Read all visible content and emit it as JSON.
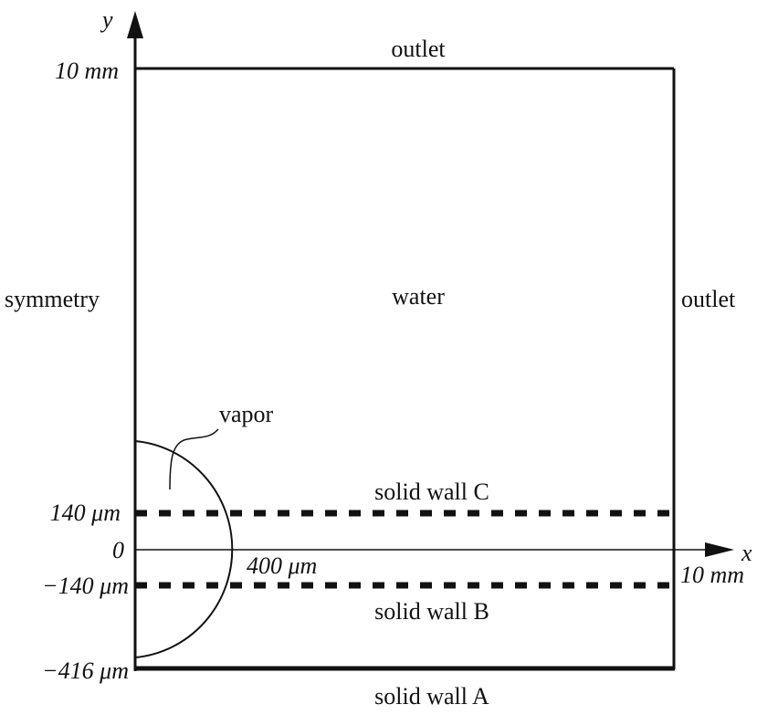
{
  "labels": {
    "y_axis": "y",
    "x_axis": "x",
    "top_boundary": "outlet",
    "right_boundary": "outlet",
    "left_boundary": "symmetry",
    "domain": "water",
    "bubble": "vapor",
    "wall_c": "solid wall C",
    "wall_b": "solid wall B",
    "wall_a": "solid wall A"
  },
  "ticks": {
    "y_top": "10 mm",
    "y_140": "140 μm",
    "y_0": "0",
    "y_m140": "−140 μm",
    "y_m416": "−416 μm",
    "x_right": "10 mm",
    "bubble_radius": "400 μm"
  },
  "colors": {
    "ink": "#111111"
  }
}
